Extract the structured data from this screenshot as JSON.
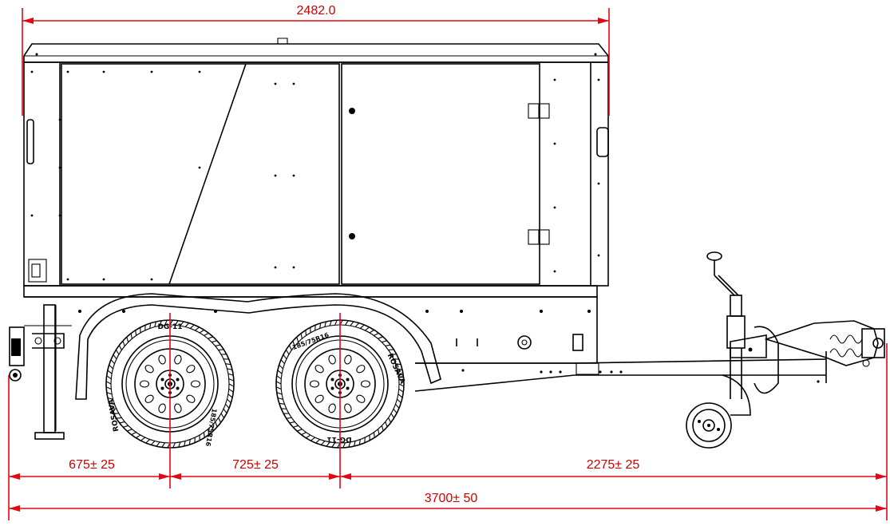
{
  "dimensions": {
    "body_length": "2482.0",
    "front_to_axle1": "675± 25",
    "axle_spacing": "725± 25",
    "axle2_to_hitch": "2275± 25",
    "overall_length": "3700± 50"
  },
  "tyre": {
    "sidewall_size": "DG-11",
    "sidewall_brand": "ROSAVA",
    "sidewall_spec": "185/75R16"
  },
  "colors": {
    "dimension_lines": "#e30613",
    "outline": "#000000",
    "background": "#ffffff"
  }
}
